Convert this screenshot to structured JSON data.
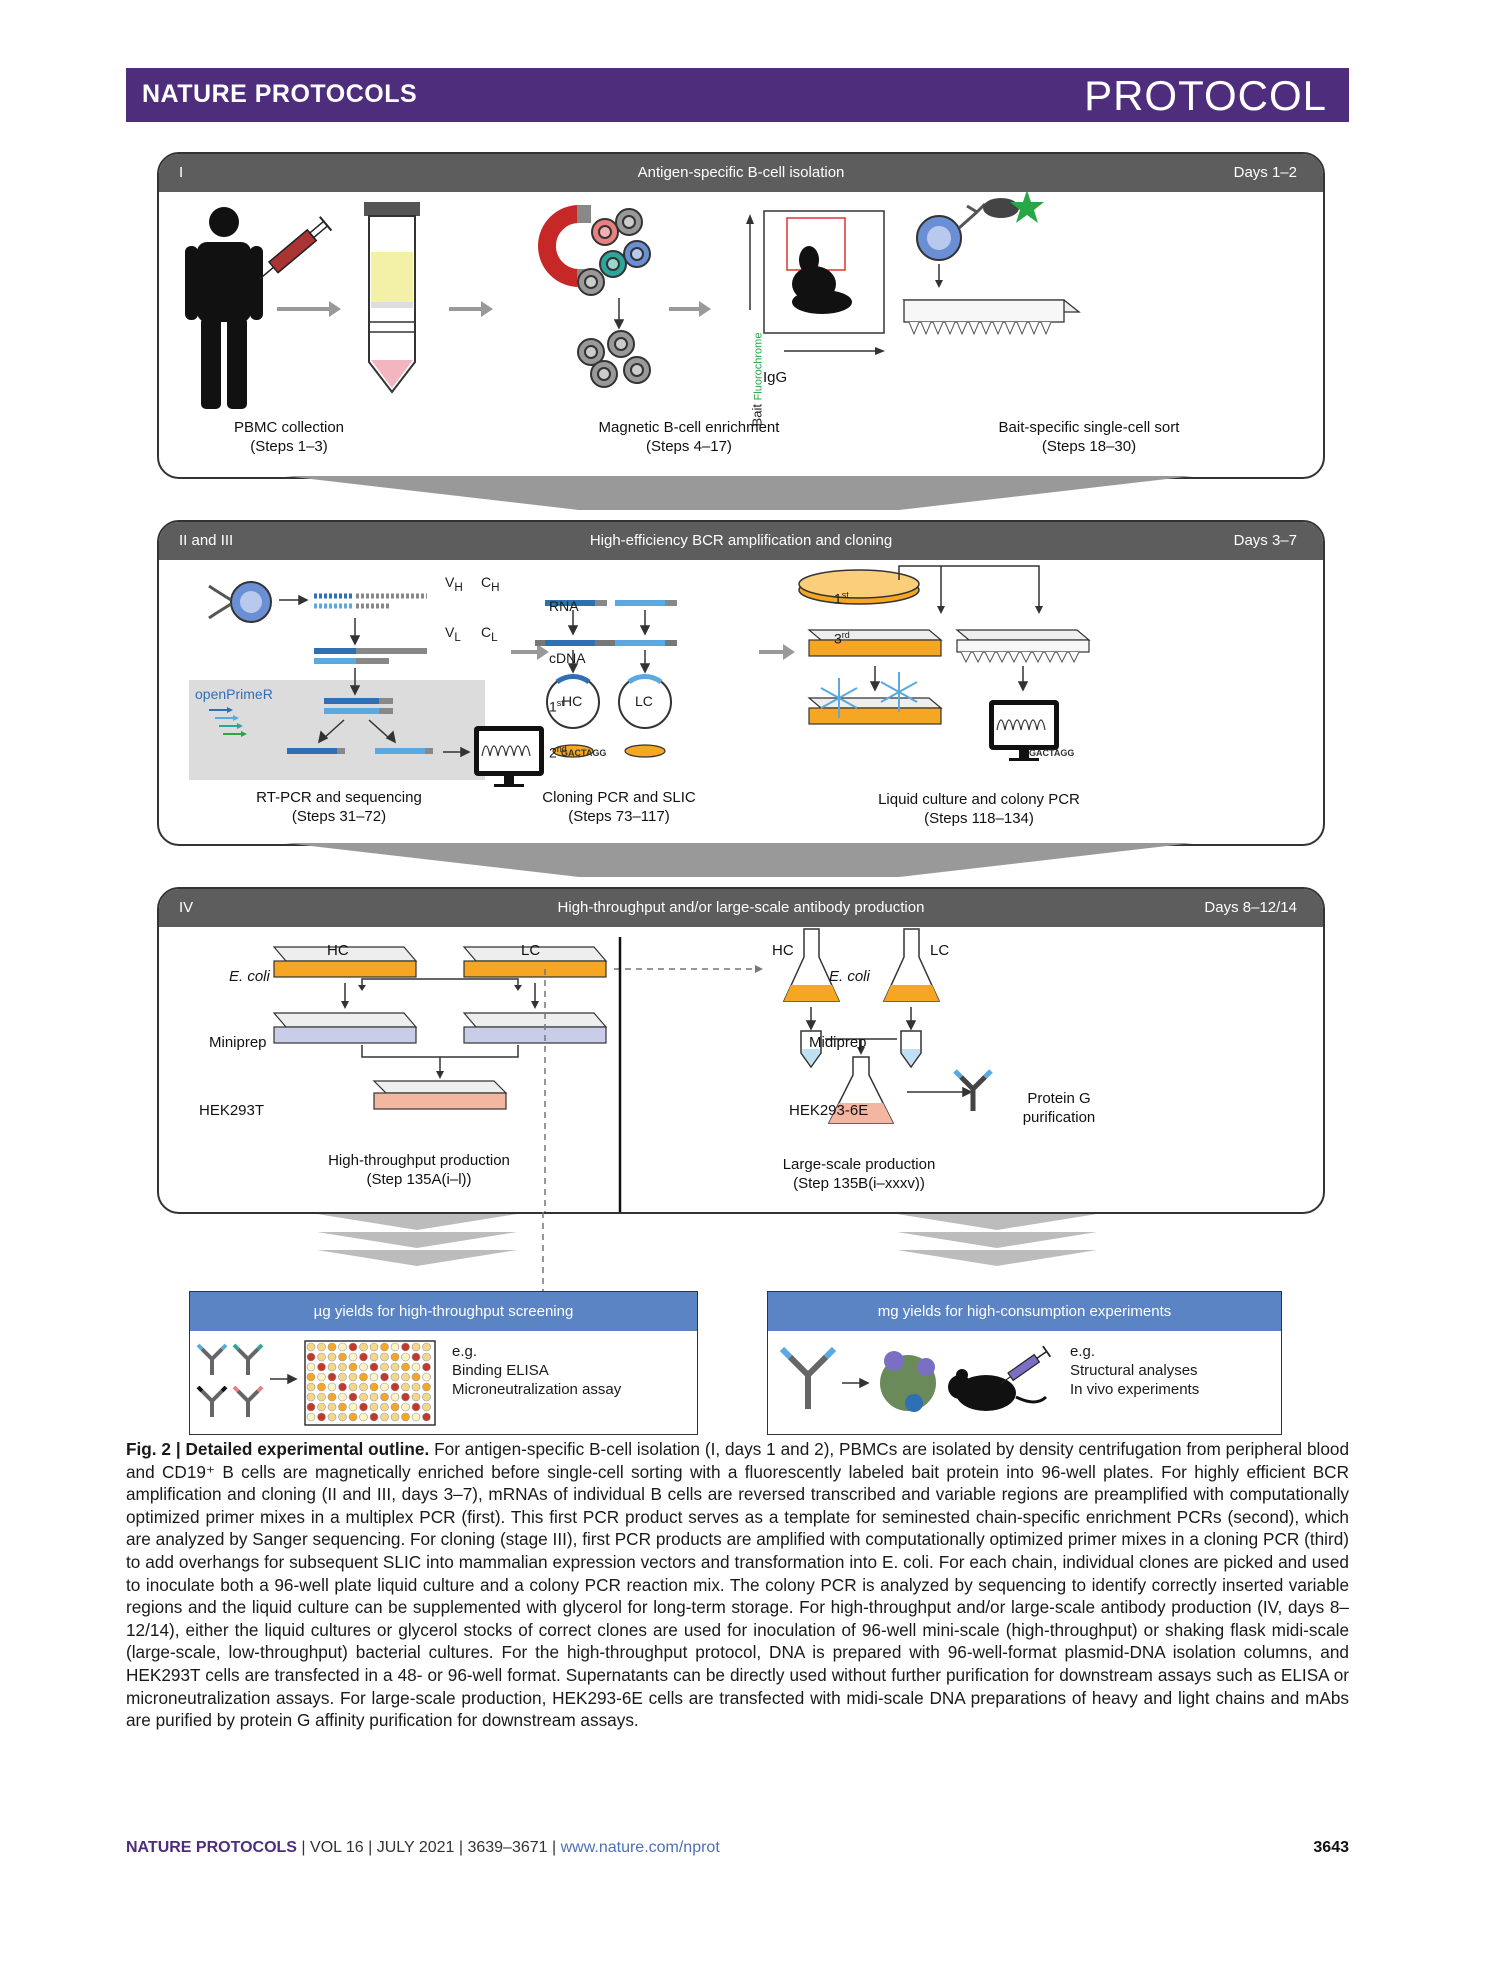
{
  "header": {
    "journal": "NATURE PROTOCOLS",
    "article_type": "PROTOCOL"
  },
  "stage1": {
    "id": "I",
    "title": "Antigen-specific B-cell isolation",
    "days": "Days 1–2",
    "steps": [
      {
        "label": "PBMC collection",
        "steps": "(Steps 1–3)"
      },
      {
        "label": "Magnetic B-cell enrichment",
        "steps": "(Steps 4–17)"
      },
      {
        "label": "Bait-specific single-cell sort",
        "steps": "(Steps 18–30)"
      }
    ],
    "axis_y": "Bait",
    "axis_y_sub": "Fluorochrome",
    "axis_x": "IgG"
  },
  "stage2": {
    "id": "II and III",
    "title": "High-efficiency BCR amplification and cloning",
    "days": "Days 3–7",
    "vh": "V",
    "vh_sub": "H",
    "ch": "C",
    "ch_sub": "H",
    "vl": "V",
    "vl_sub": "L",
    "cl": "C",
    "cl_sub": "L",
    "rna": "RNA",
    "cdna": "cDNA",
    "openprimer": "openPrimeR",
    "first": "1",
    "first_sup": "st",
    "second": "2",
    "second_sup": "nd",
    "third": "3",
    "third_sup": "rd",
    "seq": "GACTAGG",
    "hc": "HC",
    "lc": "LC",
    "steps": [
      {
        "label": "RT-PCR and sequencing",
        "steps": "(Steps 31–72)"
      },
      {
        "label": "Cloning PCR and SLIC",
        "steps": "(Steps 73–117)"
      },
      {
        "label": "Liquid culture and colony PCR",
        "steps": "(Steps 118–134)"
      }
    ]
  },
  "stage4": {
    "id": "IV",
    "title": "High-throughput and/or large-scale antibody production",
    "days": "Days 8–12/14",
    "hc": "HC",
    "lc": "LC",
    "ecoli": "E. coli",
    "miniprep": "Miniprep",
    "hek293t": "HEK293T",
    "midiprep": "Midiprep",
    "hek293_6e": "HEK293-6E",
    "protein_g_1": "Protein G",
    "protein_g_2": "purification",
    "ht_label": "High-throughput production",
    "ht_steps": "(Step 135A(i–l))",
    "ls_label": "Large-scale production",
    "ls_steps": "(Step 135B(i–xxxv))"
  },
  "outputs": [
    {
      "title": "µg yields for high-throughput screening",
      "lines": [
        "e.g.",
        "Binding ELISA",
        "Microneutralization assay"
      ]
    },
    {
      "title": "mg yields for high-consumption experiments",
      "lines": [
        "e.g.",
        "Structural analyses",
        "In vivo experiments"
      ]
    }
  ],
  "caption": {
    "label": "Fig. 2 | Detailed experimental outline.",
    "text": " For antigen-specific B-cell isolation (I, days 1 and 2), PBMCs are isolated by density centrifugation from peripheral blood and CD19⁺ B cells are magnetically enriched before single-cell sorting with a fluorescently labeled bait protein into 96-well plates. For highly efficient BCR amplification and cloning (II and III, days 3–7), mRNAs of individual B cells are reversed transcribed and variable regions are preamplified with computationally optimized primer mixes in a multiplex PCR (first). This first PCR product serves as a template for seminested chain-specific enrichment PCRs (second), which are analyzed by Sanger sequencing. For cloning (stage III), first PCR products are amplified with computationally optimized primer mixes in a cloning PCR (third) to add overhangs for subsequent SLIC into mammalian expression vectors and transformation into E. coli. For each chain, individual clones are picked and used to inoculate both a 96-well plate liquid culture and a colony PCR reaction mix. The colony PCR is analyzed by sequencing to identify correctly inserted variable regions and the liquid culture can be supplemented with glycerol for long-term storage. For high-throughput and/or large-scale antibody production (IV, days 8–12/14), either the liquid cultures or glycerol stocks of correct clones are used for inoculation of 96-well mini-scale (high-throughput) or shaking flask midi-scale (large-scale, low-throughput) bacterial cultures. For the high-throughput protocol, DNA is prepared with 96-well-format plasmid-DNA isolation columns, and HEK293T cells are transfected in a 48- or 96-well format. Supernatants can be directly used without further purification for downstream assays such as ELISA or microneutralization assays. For large-scale production, HEK293-6E cells are transfected with midi-scale DNA preparations of heavy and light chains and mAbs are purified by protein G affinity purification for downstream assays."
  },
  "footer": {
    "journal": "NATURE PROTOCOLS",
    "citation": " | VOL 16 | JULY 2021 | 3639–3671 | ",
    "url": "www.nature.com/nprot",
    "page": "3643"
  },
  "colors": {
    "purple": "#4e2d7d",
    "panel_bar": "#5d5d5d",
    "blue_bar": "#5b84c4",
    "orange": "#f5a623",
    "dna_blue": "#2f6fb5",
    "dna_light": "#5aa9e0"
  }
}
